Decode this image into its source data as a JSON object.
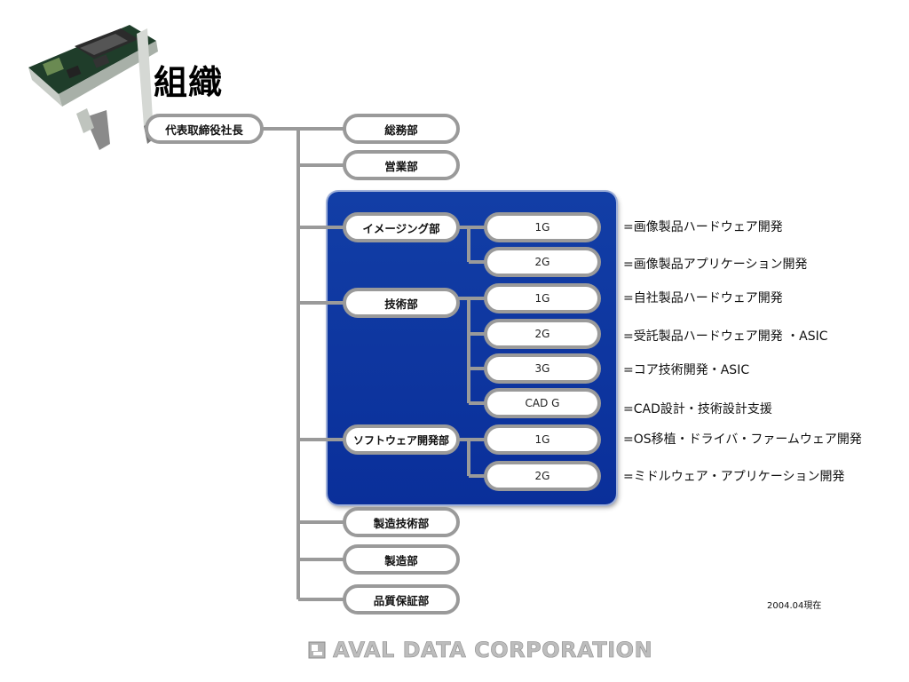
{
  "title": "組織",
  "root": {
    "label": "代表取締役社長"
  },
  "departments": [
    {
      "key": "soumu",
      "label": "総務部"
    },
    {
      "key": "eigyo",
      "label": "営業部"
    },
    {
      "key": "imaging",
      "label": "イメージング部"
    },
    {
      "key": "gijutsu",
      "label": "技術部"
    },
    {
      "key": "software",
      "label": "ソフトウェア開発部"
    },
    {
      "key": "seizo_gijutsu",
      "label": "製造技術部"
    },
    {
      "key": "seizo",
      "label": "製造部"
    },
    {
      "key": "hinshitsu",
      "label": "品質保証部"
    }
  ],
  "groups": {
    "imaging": [
      {
        "label": "1G",
        "desc": "=画像製品ハードウェア開発"
      },
      {
        "label": "2G",
        "desc": "=画像製品アプリケーション開発"
      }
    ],
    "gijutsu": [
      {
        "label": "1G",
        "desc": "=自社製品ハードウェア開発"
      },
      {
        "label": "2G",
        "desc": "=受託製品ハードウェア開発 ・ASIC"
      },
      {
        "label": "3G",
        "desc": "=コア技術開発・ASIC"
      },
      {
        "label": "CAD G",
        "desc": "=CAD設計・技術設計支援"
      }
    ],
    "software": [
      {
        "label": "1G",
        "desc": "=OS移植・ドライバ・ファームウェア開発"
      },
      {
        "label": "2G",
        "desc": "=ミドルウェア・アプリケーション開発"
      }
    ]
  },
  "as_of": "2004.04現在",
  "footer": {
    "brand": "AVAL DATA CORPORATION"
  },
  "colors": {
    "connector": "#9a9a9a",
    "panel": "#0d34a0",
    "brand_text": "#bdbdbd"
  }
}
